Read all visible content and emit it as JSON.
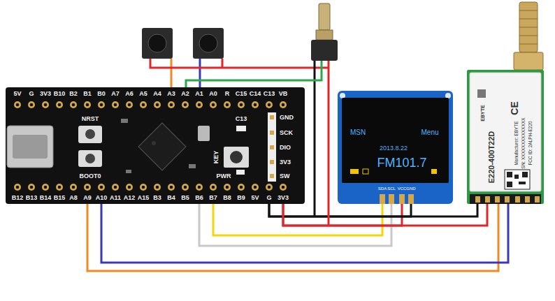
{
  "diagram": {
    "nodes": [
      {
        "text": [
          "5V",
          "G",
          "3V3",
          "B10",
          "B2",
          "B1",
          "B0",
          "A7",
          "A6",
          "A5",
          "A4",
          "A3",
          "A2",
          "A1",
          "A0",
          "R",
          "C15",
          "C14",
          "C13",
          "VB",
          "B12",
          "B13",
          "B14",
          "B15",
          "A8",
          "A9",
          "A10",
          "A11",
          "A12",
          "A15",
          "B3",
          "B4",
          "B5",
          "B6",
          "B7",
          "B8",
          "B9",
          "5V",
          "G",
          "3V3",
          "NRST",
          "BOOT0",
          "C13",
          "KEY",
          "PWR",
          "GND",
          "SCK",
          "DIO",
          "3V3",
          "SW"
        ]
      },
      {
        "text": [
          "MSN",
          "Menu",
          "2013.8.22",
          "FM101.7",
          "SDA",
          "SCL",
          "VCC",
          "GND"
        ]
      },
      {
        "text": [
          "CE",
          "EBYTE",
          "E220-400T22D",
          "Manufacturer: EBYTE",
          "SN: XXXXXXXXXXXXXX",
          "FCC ID: 2ALPH-E220"
        ]
      }
    ],
    "edges": [
      {
        "from": 0,
        "to": 1,
        "arrow": "none"
      },
      {
        "from": 0,
        "to": 1,
        "arrow": "none"
      },
      {
        "from": 0,
        "to": 1,
        "arrow": "none"
      },
      {
        "from": 0,
        "to": 1,
        "arrow": "none"
      },
      {
        "from": 0,
        "to": 2,
        "arrow": "none"
      },
      {
        "from": 0,
        "to": 2,
        "arrow": "none"
      },
      {
        "from": 0,
        "to": 2,
        "arrow": "none"
      },
      {
        "from": 0,
        "to": 2,
        "arrow": "none"
      }
    ]
  }
}
